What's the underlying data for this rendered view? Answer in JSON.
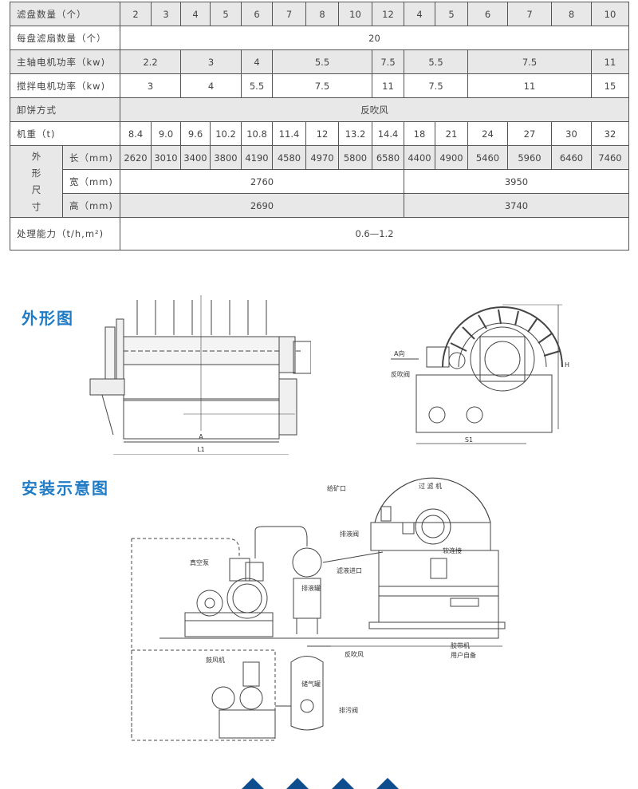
{
  "spec_table": {
    "rows": {
      "disc_count": {
        "label": "滤盘数量（个）",
        "values": [
          "2",
          "3",
          "4",
          "5",
          "6",
          "7",
          "8",
          "10",
          "12",
          "4",
          "5",
          "6",
          "7",
          "8",
          "10"
        ]
      },
      "sectors_per_disc": {
        "label": "每盘滤扇数量（个）",
        "value": "20"
      },
      "main_motor": {
        "label": "主轴电机功率（kw)",
        "values": [
          "2.2",
          "3",
          "4",
          "5.5",
          "7.5",
          "5.5",
          "7.5",
          "11"
        ]
      },
      "agitator_motor": {
        "label": "搅拌电机功率（kw)",
        "values": [
          "3",
          "4",
          "5.5",
          "7.5",
          "11",
          "7.5",
          "11",
          "15"
        ]
      },
      "discharge": {
        "label": "卸饼方式",
        "value": "反吹风"
      },
      "weight": {
        "label": "机重（t)",
        "values": [
          "8.4",
          "9.0",
          "9.6",
          "10.2",
          "10.8",
          "11.4",
          "12",
          "13.2",
          "14.4",
          "18",
          "21",
          "24",
          "27",
          "30",
          "32"
        ]
      },
      "dimensions": {
        "group_label": [
          "外",
          "形",
          "尺",
          "寸"
        ],
        "length": {
          "label": "长（mm)",
          "values": [
            "2620",
            "3010",
            "3400",
            "3800",
            "4190",
            "4580",
            "4970",
            "5800",
            "6580",
            "4400",
            "4900",
            "5460",
            "5960",
            "6460",
            "7460"
          ]
        },
        "width": {
          "label": "宽（mm)",
          "values": [
            "2760",
            "3950"
          ]
        },
        "height": {
          "label": "高（mm)",
          "values": [
            "2690",
            "3740"
          ]
        }
      },
      "capacity": {
        "label": "处理能力（t/h,m²)",
        "value": "0.6—1.2"
      }
    }
  },
  "sections": {
    "outline": {
      "title": "外形图",
      "labels": {
        "dim_a": "A",
        "dim_l1": "L1",
        "dim_s1": "S1",
        "dim_h": "H",
        "direction": "A向",
        "valve": "反吹阀"
      }
    },
    "install": {
      "title": "安装示意图",
      "labels": {
        "feed_port": "给矿口",
        "filter": "过 滤 机",
        "drain_valve": "排液阀",
        "soft_joint": "软连接",
        "filtrate_inlet": "滤液进口",
        "vacuum_pump": "真空泵",
        "drain_tank": "排液罐",
        "blower": "鼓风机",
        "air_tank": "储气罐",
        "blowback": "反吹风",
        "sewage_valve": "排污阀",
        "conveyor": "胶带机",
        "user_supplied": "用户自备"
      }
    }
  },
  "colors": {
    "accent": "#1f7bc6",
    "nav_arrow": "#0e4e8e",
    "row_shade": "#e8e8e8"
  }
}
